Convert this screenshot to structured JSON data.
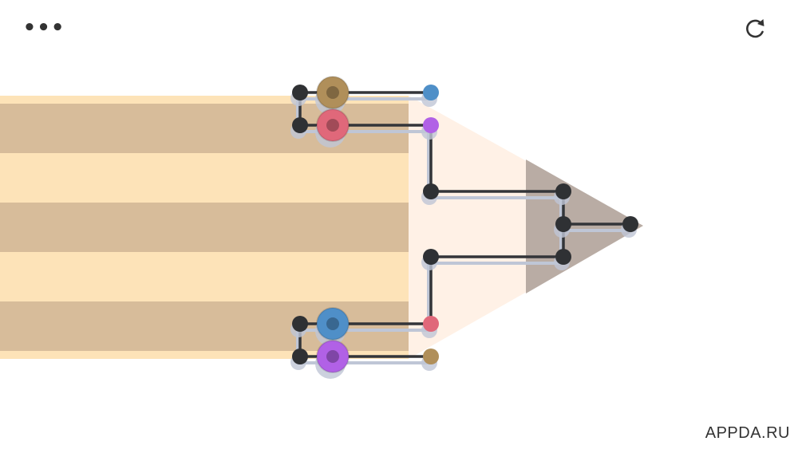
{
  "menu": {
    "icon": "more-dots-icon",
    "label": "•••"
  },
  "restart": {
    "icon": "restart-icon"
  },
  "watermark": {
    "text": "APPDA.RU"
  },
  "colors": {
    "background": "#ffffff",
    "pencil_light": "#fde3b8",
    "pencil_dark": "#d7bc9a",
    "pencil_tip_wood": "#fff1e6",
    "pencil_graphite": "#b9aca4",
    "wire": "#333539",
    "node": "#2f3134",
    "shadow": "#bfc6d6",
    "gold": "#b08f5a",
    "pink": "#e0687a",
    "blue": "#4f8fc8",
    "purple": "#b161e6"
  },
  "puzzle": {
    "balls": [
      {
        "name": "gold-ball",
        "color": "gold"
      },
      {
        "name": "pink-ball",
        "color": "pink"
      },
      {
        "name": "blue-ball",
        "color": "blue"
      },
      {
        "name": "purple-ball",
        "color": "purple"
      }
    ],
    "outputs": [
      {
        "name": "output-blue",
        "color": "blue"
      },
      {
        "name": "output-purple",
        "color": "purple"
      },
      {
        "name": "output-pink",
        "color": "pink"
      },
      {
        "name": "output-gold",
        "color": "gold"
      }
    ]
  }
}
